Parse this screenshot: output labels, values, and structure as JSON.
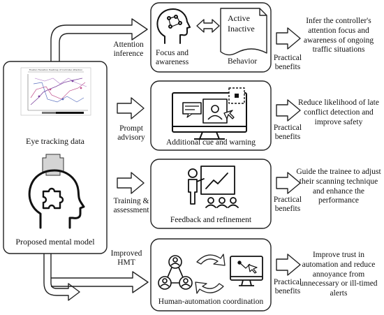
{
  "left_panel": {
    "eye_tracking_label": "Eye tracking data",
    "mental_model_label": "Proposed mental model",
    "chart_title": "Fixation Transition Heatmap of Controller Attention"
  },
  "rows": [
    {
      "arrow_label": "Attention inference",
      "box_caption_left": "Focus and awareness",
      "box_caption_right": "Behavior",
      "doc_lines": [
        "Active",
        "Inactive"
      ],
      "benefit_label": "Practical benefits",
      "result_text": "Infer the controller's attention focus and awareness of ongoing traffic situations"
    },
    {
      "arrow_label": "Prompt advisory",
      "box_caption": "Additional cue and warning",
      "benefit_label": "Practical benefits",
      "result_text": "Reduce likelihood of late conflict detection and improve safety"
    },
    {
      "arrow_label": "Training & assessment",
      "box_caption": "Feedback and refinement",
      "benefit_label": "Practical benefits",
      "result_text": "Guide the trainee to adjust their scanning technique and enhance the performance"
    },
    {
      "arrow_label": "Improved HMT",
      "box_caption": "Human-automation coordination",
      "benefit_label": "Practical benefits",
      "result_text": "Improve trust in automation and reduce annoyance from unnecessary or ill-timed alerts"
    }
  ]
}
